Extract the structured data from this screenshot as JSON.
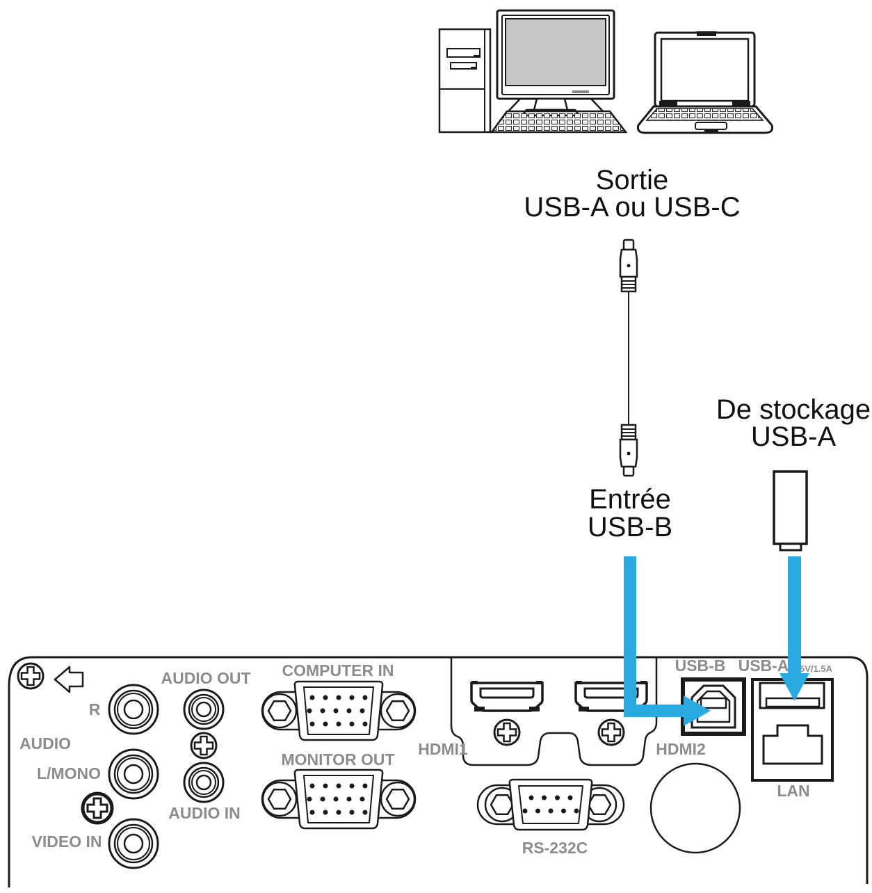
{
  "diagram": {
    "labels": {
      "source": {
        "line1": "Sortie",
        "line2": "USB-A ou USB-C"
      },
      "input": {
        "line1": "Entrée",
        "line2": "USB-B"
      },
      "storage": {
        "line1": "De stockage",
        "line2": "USB-A"
      }
    },
    "panel_ports": {
      "audio": "AUDIO",
      "audio_r": "R",
      "audio_l_mono": "L/MONO",
      "video_in": "VIDEO IN",
      "audio_out": "AUDIO OUT",
      "audio_in": "AUDIO IN",
      "computer_in": "COMPUTER IN",
      "monitor_out": "MONITOR OUT",
      "hdmi1": "HDMI1",
      "hdmi2": "HDMI2",
      "rs232c": "RS-232C",
      "usb_b": "USB-B",
      "usb_a": "USB-A",
      "usb_a_power": "5V/1.5A",
      "lan": "LAN"
    },
    "colors": {
      "arrow_blue": "#29abe2",
      "label_gray": "#8c8c8c",
      "line_black": "#1a1a1a",
      "screen_gray": "#c6c6c6"
    }
  }
}
